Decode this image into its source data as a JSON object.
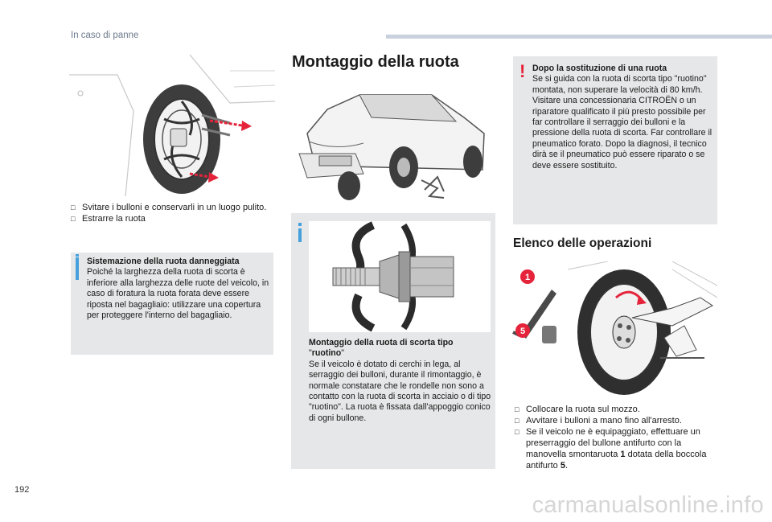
{
  "header": {
    "section": "In caso di panne"
  },
  "page_number": "192",
  "watermark": "carmanualsonline.info",
  "left": {
    "bullets": [
      "Svitare i bulloni e conservarli in un luogo pulito.",
      "Estrarre la ruota"
    ],
    "note_title": "Sistemazione della ruota danneggiata",
    "note_body": "Poiché la larghezza della ruota di scorta è inferiore alla larghezza delle ruote del veicolo, in caso di foratura la ruota forata deve essere riposta nel bagagliaio: utilizzare una copertura per proteggere l'interno del bagagliaio."
  },
  "middle": {
    "title": "Montaggio della ruota",
    "note_title_a": "Montaggio della ruota di scorta tipo",
    "note_title_b": "\"",
    "note_title_c": "ruotino",
    "note_title_d": "\"",
    "note_body": "Se il veicolo è dotato di cerchi in lega, al serraggio dei bulloni, durante il rimontaggio, è normale constatare che le rondelle non sono a contatto con la ruota di scorta in acciaio o di tipo \"ruotino\". La ruota è fissata dall'appoggio conico di ogni bullone."
  },
  "right": {
    "warning_title": "Dopo la sostituzione di una ruota",
    "warning_body": "Se si guida con la ruota di scorta tipo \"ruotino\" montata, non superare la velocità di 80 km/h.\nVisitare una concessionaria CITROËN o un riparatore qualificato il più presto possibile per far controllare il serraggio dei bulloni e la pressione della ruota di scorta. Far controllare il pneumatico forato. Dopo la diagnosi, il tecnico dirà se il pneumatico può essere riparato o se deve essere sostituito.",
    "section_title": "Elenco delle operazioni",
    "callout_1": "1",
    "callout_5": "5",
    "bullets": [
      {
        "text": "Collocare la ruota sul mozzo."
      },
      {
        "text": "Avvitare i bulloni a mano fino all'arresto."
      },
      {
        "pre": "Se il veicolo ne è equipaggiato, effettuare un preserraggio del bullone antifurto con la manovella smontaruota ",
        "b1": "1",
        "mid": " dotata della boccola antifurto ",
        "b2": "5",
        "post": "."
      }
    ]
  },
  "colors": {
    "accent": "#e5243b",
    "info": "#46a0dc",
    "note_bg": "#e6e7e8"
  },
  "icons": {
    "bullet": "square-bullet-icon",
    "info": "info-icon",
    "warning": "warning-exclamation-icon"
  }
}
